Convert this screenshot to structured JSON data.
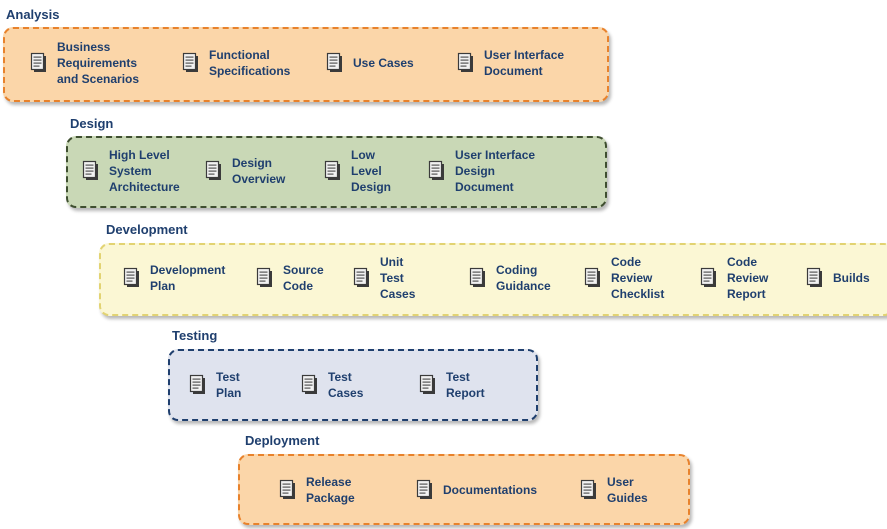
{
  "phases": [
    {
      "title": "Analysis",
      "fill": "#fbd6a9",
      "border": "#e8822c",
      "items": [
        {
          "label": "Business\nRequirements\nand Scenarios",
          "icon": "document-icon"
        },
        {
          "label": "Functional\nSpecifications",
          "icon": "document-icon"
        },
        {
          "label": "Use Cases",
          "icon": "document-icon"
        },
        {
          "label": "User Interface\nDocument",
          "icon": "document-icon"
        }
      ]
    },
    {
      "title": "Design",
      "fill": "#c9d8b6",
      "border": "#3f4f30",
      "items": [
        {
          "label": "High Level\nSystem\nArchitecture",
          "icon": "document-icon"
        },
        {
          "label": "Design\nOverview",
          "icon": "document-icon"
        },
        {
          "label": "Low\nLevel\nDesign",
          "icon": "document-icon"
        },
        {
          "label": "User Interface\nDesign\nDocument",
          "icon": "document-icon"
        }
      ]
    },
    {
      "title": "Development",
      "fill": "#fbf7d4",
      "border": "#e2d372",
      "items": [
        {
          "label": "Development\nPlan",
          "icon": "document-icon"
        },
        {
          "label": "Source\nCode",
          "icon": "document-icon"
        },
        {
          "label": "Unit\nTest\nCases",
          "icon": "document-icon"
        },
        {
          "label": "Coding\nGuidance",
          "icon": "document-icon"
        },
        {
          "label": "Code\nReview\nChecklist",
          "icon": "document-icon"
        },
        {
          "label": "Code\nReview\nReport",
          "icon": "document-icon"
        },
        {
          "label": "Builds",
          "icon": "document-icon"
        }
      ]
    },
    {
      "title": "Testing",
      "fill": "#dfe3ee",
      "border": "#1f3f6e",
      "items": [
        {
          "label": "Test\nPlan",
          "icon": "document-icon"
        },
        {
          "label": "Test\nCases",
          "icon": "document-icon"
        },
        {
          "label": "Test\nReport",
          "icon": "document-icon"
        }
      ]
    },
    {
      "title": "Deployment",
      "fill": "#fbd6a9",
      "border": "#e8822c",
      "items": [
        {
          "label": "Release\nPackage",
          "icon": "document-icon"
        },
        {
          "label": "Documentations",
          "icon": "document-icon"
        },
        {
          "label": "User\nGuides",
          "icon": "document-icon"
        }
      ]
    }
  ]
}
